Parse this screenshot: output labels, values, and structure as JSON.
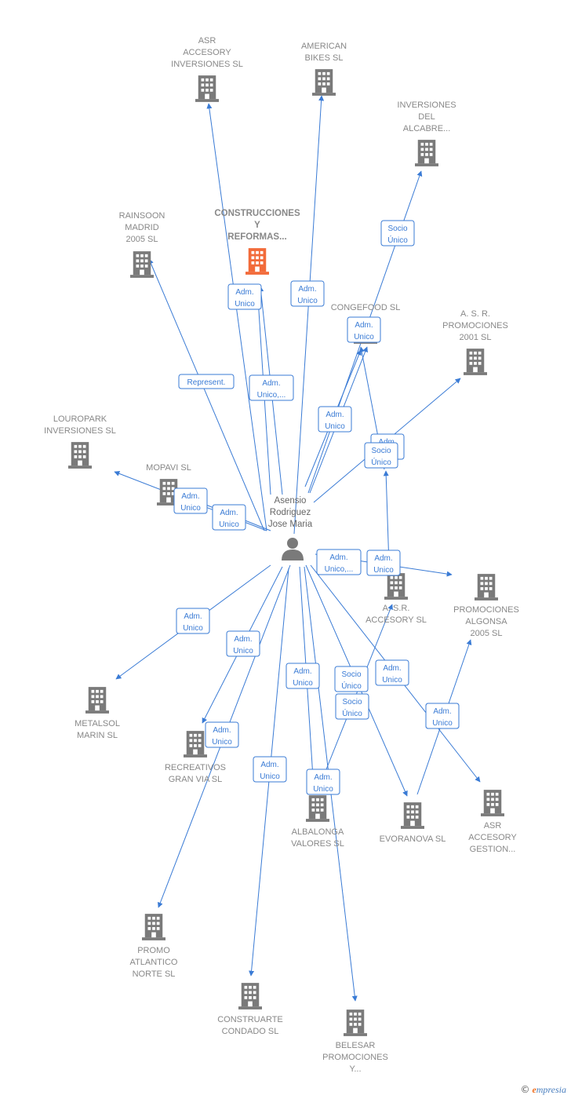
{
  "colors": {
    "edge": "#3a7bd5",
    "building": "#7a7a7a",
    "focus_building": "#f26b3a",
    "person": "#7a7a7a"
  },
  "person": {
    "lines": [
      "Asensio",
      "Rodriguez",
      "Jose Maria"
    ]
  },
  "nodes": [
    {
      "id": "asr-accesory-inversiones",
      "lines": [
        "ASR",
        "ACCESORY",
        "INVERSIONES SL"
      ]
    },
    {
      "id": "american-bikes",
      "lines": [
        "AMERICAN",
        "BIKES SL"
      ]
    },
    {
      "id": "inversiones-del-alcabre",
      "lines": [
        "INVERSIONES",
        "DEL",
        "ALCABRE..."
      ]
    },
    {
      "id": "rainsoon-madrid",
      "lines": [
        "RAINSOON",
        "MADRID",
        "2005 SL"
      ]
    },
    {
      "id": "construcciones-reformas",
      "lines": [
        "CONSTRUCCIONES",
        "Y",
        "REFORMAS..."
      ],
      "focus": true
    },
    {
      "id": "congefood",
      "lines": [
        "CONGEFOOD SL"
      ]
    },
    {
      "id": "asr-promociones-2001",
      "lines": [
        "A. S. R.",
        "PROMOCIONES",
        "2001 SL"
      ]
    },
    {
      "id": "louropark-inversiones",
      "lines": [
        "LOUROPARK",
        "INVERSIONES SL"
      ]
    },
    {
      "id": "mopavi",
      "lines": [
        "MOPAVI SL"
      ]
    },
    {
      "id": "asr-accesory",
      "lines": [
        "A. S.R.",
        "ACCESORY SL"
      ]
    },
    {
      "id": "promociones-algonsa",
      "lines": [
        "PROMOCIONES",
        "ALGONSA",
        "2005 SL"
      ]
    },
    {
      "id": "metalsol-marin",
      "lines": [
        "METALSOL",
        "MARIN SL"
      ]
    },
    {
      "id": "recreativos-gran-via",
      "lines": [
        "RECREATIVOS",
        "GRAN VIA SL"
      ]
    },
    {
      "id": "albalonga-valores",
      "lines": [
        "ALBALONGA",
        "VALORES SL"
      ]
    },
    {
      "id": "evoranova",
      "lines": [
        "EVORANOVA SL"
      ]
    },
    {
      "id": "asr-accesory-gestion",
      "lines": [
        "ASR",
        "ACCESORY",
        "GESTION..."
      ]
    },
    {
      "id": "promo-atlantico-norte",
      "lines": [
        "PROMO",
        "ATLANTICO",
        "NORTE SL"
      ]
    },
    {
      "id": "construarte-condado",
      "lines": [
        "CONSTRUARTE",
        "CONDADO  SL"
      ]
    },
    {
      "id": "belesar-promociones",
      "lines": [
        "BELESAR",
        "PROMOCIONES",
        "Y..."
      ]
    }
  ],
  "edge_labels": [
    [
      "Adm.",
      "Unico"
    ],
    [
      "Adm.",
      "Unico"
    ],
    [
      "Socio",
      "Único"
    ],
    [
      "Represent."
    ],
    [
      "Adm.",
      "Unico,..."
    ],
    [
      "Adm.",
      "Unico"
    ],
    [
      "Adm.",
      "Unico"
    ],
    [
      "Adm.",
      "Unico"
    ],
    [
      "Socio",
      "Único"
    ],
    [
      "Adm.",
      "Unico"
    ],
    [
      "Adm.",
      "Unico"
    ],
    [
      "Adm.",
      "Unico,..."
    ],
    [
      "Adm.",
      "Unico"
    ],
    [
      "Adm.",
      "Unico"
    ],
    [
      "Adm.",
      "Unico"
    ],
    [
      "Adm.",
      "Unico"
    ],
    [
      "Adm.",
      "Unico"
    ],
    [
      "Socio",
      "Único"
    ],
    [
      "Adm.",
      "Unico"
    ],
    [
      "Socio",
      "Único"
    ],
    [
      "Adm.",
      "Unico"
    ],
    [
      "Adm.",
      "Unico"
    ],
    [
      "Adm.",
      "Unico"
    ],
    [
      "Adm.",
      "Unico"
    ]
  ],
  "footer": {
    "copyright": "©",
    "brand_e": "e",
    "brand_rest": "mpresia"
  }
}
